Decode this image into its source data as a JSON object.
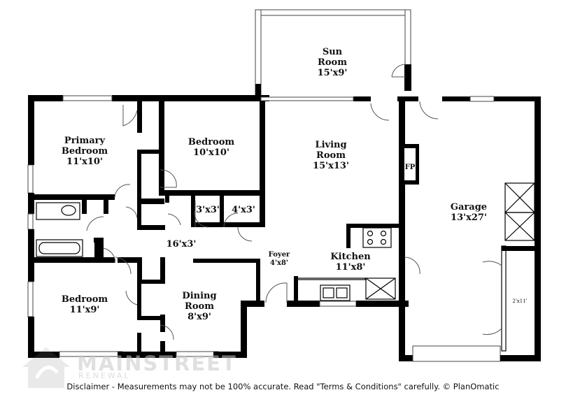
{
  "rooms": {
    "sun_room": {
      "name_line1": "Sun",
      "name_line2": "Room",
      "size": "15'x9'"
    },
    "primary_bedroom": {
      "name_line1": "Primary",
      "name_line2": "Bedroom",
      "size": "11'x10'"
    },
    "bedroom_1": {
      "name": "Bedroom",
      "size": "10'x10'"
    },
    "living_room": {
      "name_line1": "Living",
      "name_line2": "Room",
      "size": "15'x13'"
    },
    "fireplace": {
      "label": "FP"
    },
    "garage": {
      "name": "Garage",
      "size": "13'x27'"
    },
    "closet_a": {
      "size": "3'x3'"
    },
    "closet_b": {
      "size": "4'x3'"
    },
    "hall": {
      "size": "16'x3'"
    },
    "foyer": {
      "name": "Foyer",
      "size": "4'x8'"
    },
    "kitchen": {
      "name": "Kitchen",
      "size": "11'x8'"
    },
    "bedroom_2": {
      "name": "Bedroom",
      "size": "11'x9'"
    },
    "dining_room": {
      "name_line1": "Dining",
      "name_line2": "Room",
      "size": "8'x9'"
    },
    "garage_closet": {
      "size": "2'x11'"
    }
  },
  "watermark": {
    "brand": "MAINSTREET",
    "sub": "RENEWAL"
  },
  "disclaimer": "Disclaimer - Measurements may not be 100% accurate. Read \"Terms & Conditions\" carefully. © PlanOmatic"
}
